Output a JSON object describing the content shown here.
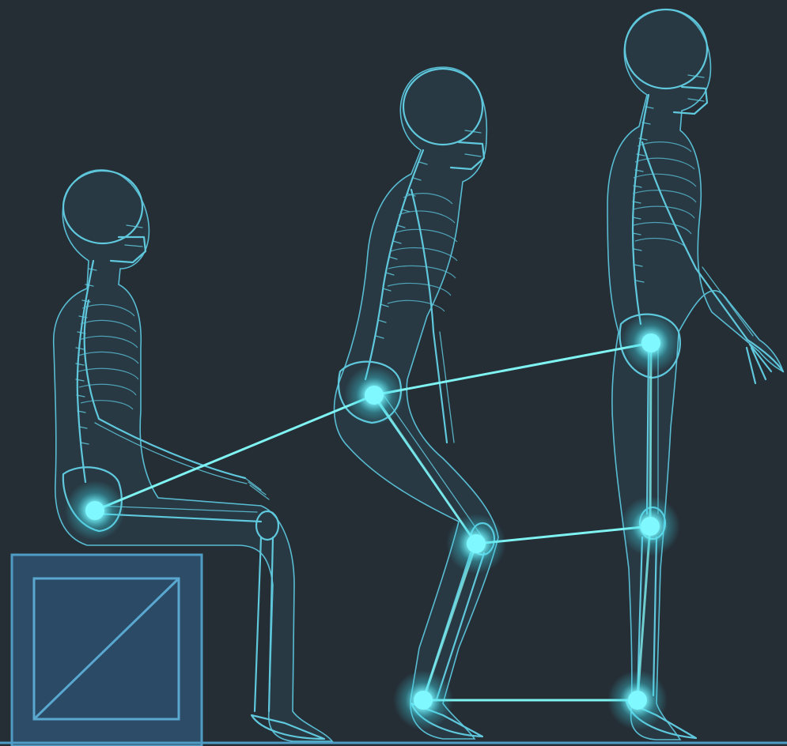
{
  "scene": {
    "background": "#252d35",
    "accent": "#7ff2f2",
    "bone_color": "#5fc8dc",
    "box_color": "#2c4c68",
    "figures": [
      "seated-skeleton",
      "rising-skeleton",
      "standing-skeleton"
    ],
    "joint_chains": [
      [
        "hip-seated",
        "hip-rising",
        "hip-standing"
      ],
      [
        "knee-rising",
        "knee-standing"
      ],
      [
        "ankle-rising",
        "ankle-standing"
      ]
    ]
  }
}
